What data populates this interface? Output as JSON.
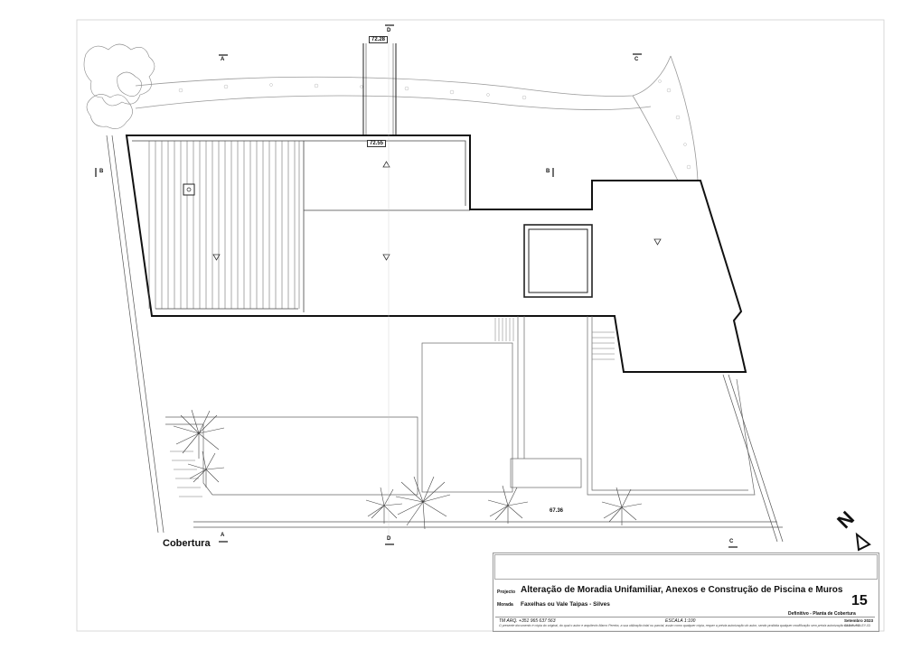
{
  "drawing": {
    "title": "Cobertura",
    "levels": [
      "72.28",
      "72.55",
      "67.36"
    ],
    "section_marks": [
      "A",
      "A",
      "B",
      "B",
      "C",
      "C",
      "D",
      "D"
    ]
  },
  "north_arrow": {
    "letter": "N"
  },
  "title_block": {
    "project_label": "Projecto",
    "project": "Alteração de Moradia Unifamiliar, Anexos e Construção de Piscina e Muros",
    "location_label": "Morada",
    "location": "Faxelhas ou Vale Taipas - Silves",
    "sheet_number": "15",
    "sheet_description": "Definitivo - Planta de Cobertura",
    "contact": "TM ARQ. +351 965 637 563",
    "scale": "ESCALA 1:100",
    "date": "Setembro 2023",
    "legal_note": "O presente documento é cópia do original, do qual o autor e arquitecto Marco Pereira, a sua utilização total ou parcial, assim como qualquer cópia, requer a prévia autorização do autor, sendo proibida qualquer modificação sem prévia autorização do mesmo",
    "reference": "CAD E: FOLEY-03"
  },
  "colors": {
    "line": "#222222",
    "light_line": "#9a9a9a",
    "paper": "#ffffff"
  }
}
